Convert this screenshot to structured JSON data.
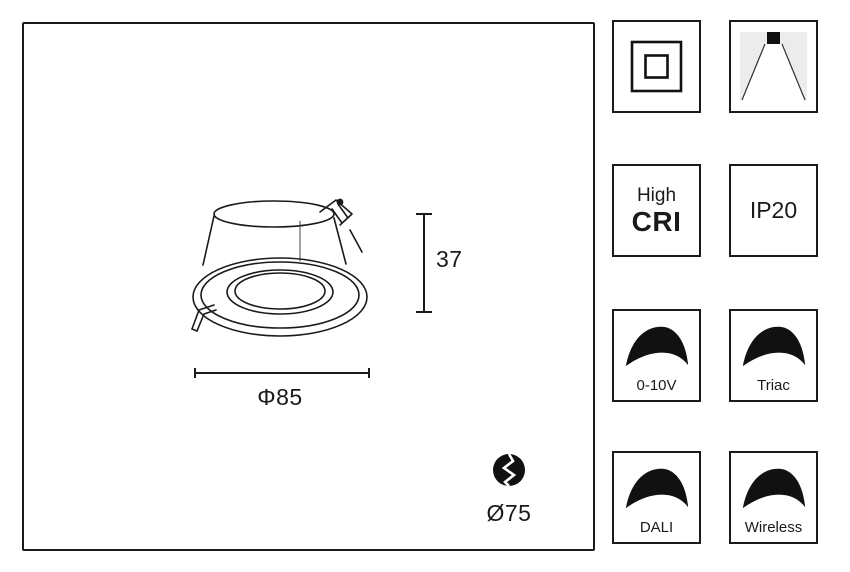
{
  "drawing": {
    "dim_height": "37",
    "dim_diameter": "Φ85",
    "dim_cutout": "Ø75"
  },
  "badges": {
    "high_cri": {
      "line1": "High",
      "line2": "CRI"
    },
    "ip": {
      "label": "IP20"
    },
    "dimming": [
      {
        "label": "0-10V"
      },
      {
        "label": "Triac"
      },
      {
        "label": "DALI"
      },
      {
        "label": "Wireless"
      }
    ]
  },
  "colors": {
    "ink": "#1a1a1a",
    "beam_bg": "#ececec"
  }
}
